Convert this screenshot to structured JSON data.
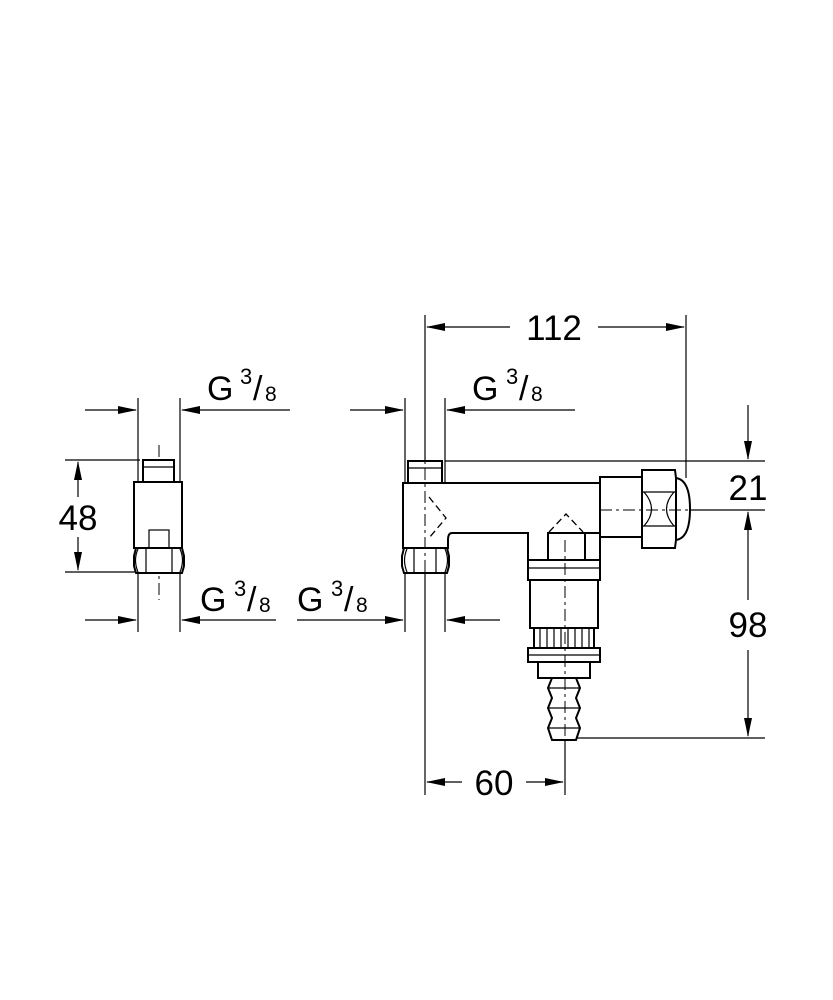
{
  "dimensions": {
    "length_total": "112",
    "height_side": "48",
    "offset_top": "21",
    "height_outlet": "98",
    "offset_outlet": "60"
  },
  "thread_labels": [
    {
      "g": "G",
      "num": "3",
      "slash": "/",
      "den": "8"
    },
    {
      "g": "G",
      "num": "3",
      "slash": "/",
      "den": "8"
    },
    {
      "g": "G",
      "num": "3",
      "slash": "/",
      "den": "8"
    },
    {
      "g": "G",
      "num": "3",
      "slash": "/",
      "den": "8"
    }
  ]
}
